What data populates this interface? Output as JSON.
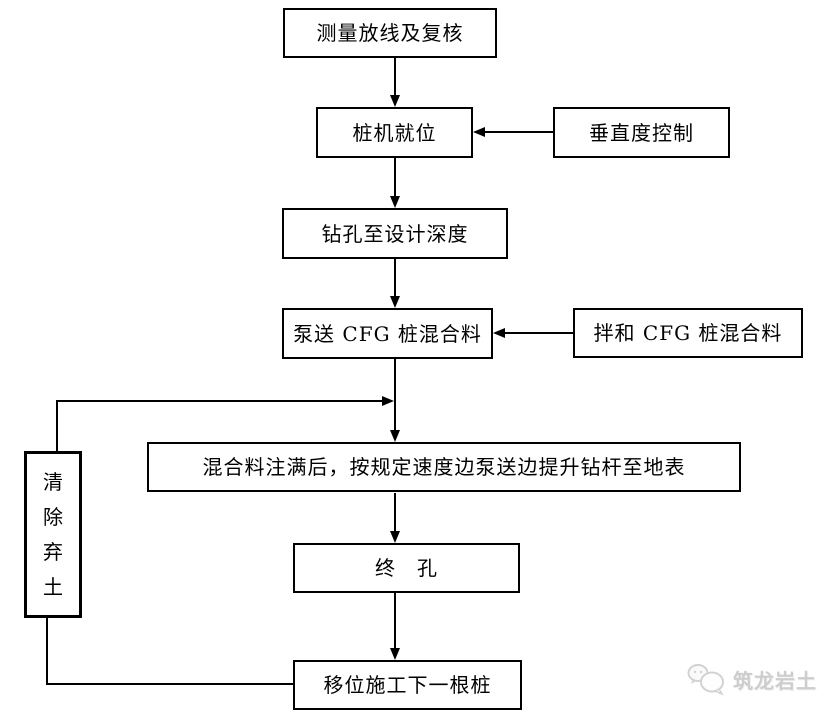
{
  "diagram": {
    "description": "CFG pile construction process flowchart",
    "nodes": {
      "survey": {
        "label": "测量放线及复核"
      },
      "pile": {
        "label": "桩机就位"
      },
      "verticality": {
        "label": "垂直度控制"
      },
      "drill": {
        "label": "钻孔至设计深度"
      },
      "pump": {
        "label": "泵送 CFG 桩混合料"
      },
      "mix": {
        "label": "拌和 CFG 桩混合料"
      },
      "fill": {
        "label": "混合料注满后，按规定速度边泵送边提升钻杆至地表"
      },
      "final_hole": {
        "label": "终　孔"
      },
      "move": {
        "label": "移位施工下一根桩"
      },
      "clear": {
        "label": "清除弃土",
        "chars": [
          "清",
          "除",
          "弃",
          "土"
        ]
      }
    },
    "edges": [
      "survey -> pile",
      "verticality -> pile",
      "pile -> drill",
      "drill -> pump",
      "mix -> pump",
      "pump -> fill",
      "fill -> final_hole",
      "final_hole -> move",
      "move -> clear -> (loops back into pump/fill line)"
    ],
    "watermark": {
      "text": "筑龙岩土",
      "icon": "chat-bubbles-logo-icon"
    },
    "colors": {
      "background": "#ffffff",
      "line": "#000000",
      "box_border": "#000000",
      "text": "#000000",
      "watermark": "#cccccc"
    }
  }
}
